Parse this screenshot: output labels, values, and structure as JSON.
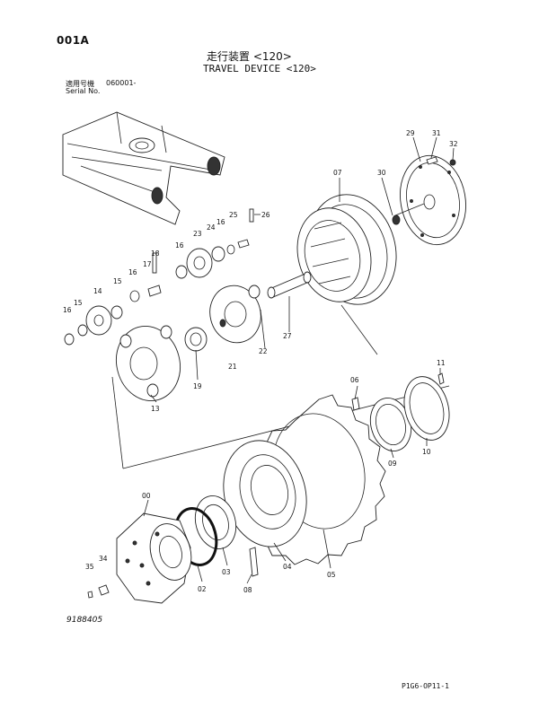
{
  "header": {
    "page_code": "001A",
    "title_jp": "走行装置 <120>",
    "title_en": "TRAVEL DEVICE <120>",
    "serial_label_jp": "適用号機",
    "serial_label_en": "Serial No.",
    "serial_value": "060001-"
  },
  "footer": {
    "figure_number": "9188405",
    "document_code": "P1G6-OP11-1"
  },
  "part_labels": {
    "p00": "00",
    "p02": "02",
    "p03": "03",
    "p04": "04",
    "p05": "05",
    "p06": "06",
    "p07": "07",
    "p08": "08",
    "p09": "09",
    "p10": "10",
    "p11": "11",
    "p13": "13",
    "p14": "14",
    "p15a": "15",
    "p15b": "15",
    "p16a": "16",
    "p16b": "16",
    "p16c": "16",
    "p16d": "16",
    "p17": "17",
    "p18": "18",
    "p19": "19",
    "p21": "21",
    "p22": "22",
    "p23": "23",
    "p24": "24",
    "p25": "25",
    "p26": "26",
    "p27": "27",
    "p29": "29",
    "p30": "30",
    "p31": "31",
    "p32": "32",
    "p34": "34",
    "p35": "35"
  }
}
